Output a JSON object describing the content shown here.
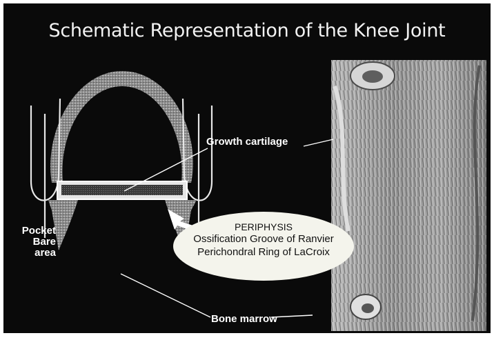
{
  "title": "Schematic Representation of the Knee Joint",
  "labels": {
    "growth_cartilage": "Growth cartilage",
    "pocket": "Pocket",
    "bare_area": "Bare area",
    "bone_marrow": "Bone marrow"
  },
  "periphysis_callout": {
    "heading": "PERIPHYSIS",
    "line1": "Ossification Groove of Ranvier",
    "line2": "Perichondral Ring of LaCroix"
  },
  "colors": {
    "background": "#0a0a0a",
    "text": "#ffffff",
    "callout_fill": "#f4f4ec"
  }
}
